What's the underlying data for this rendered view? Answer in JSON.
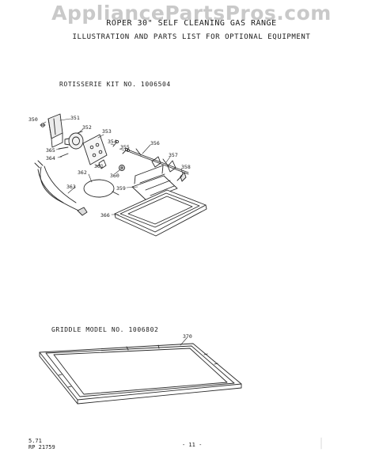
{
  "watermark": "AppliancePartsPros.com",
  "header": {
    "title": "ROPER 30\" SELF CLEANING GAS RANGE",
    "subtitle": "ILLUSTRATION AND PARTS LIST FOR OPTIONAL EQUIPMENT"
  },
  "rotisserie": {
    "heading": "ROTISSERIE KIT NO. 1006504",
    "labels": {
      "p350": "350",
      "p351": "351",
      "p352": "352",
      "p353": "353",
      "p354": "354",
      "p355": "355",
      "p356": "356",
      "p357": "357",
      "p358": "358",
      "p359": "359",
      "p360": "360",
      "p361": "361",
      "p362": "362",
      "p363": "363",
      "p364": "364",
      "p365": "365",
      "p366": "366"
    }
  },
  "griddle": {
    "heading": "GRIDDLE MODEL NO. 1006802",
    "labels": {
      "p370": "370"
    }
  },
  "footer": {
    "revision": "5.71",
    "code": "RP 21759",
    "page": "- 11 -"
  }
}
